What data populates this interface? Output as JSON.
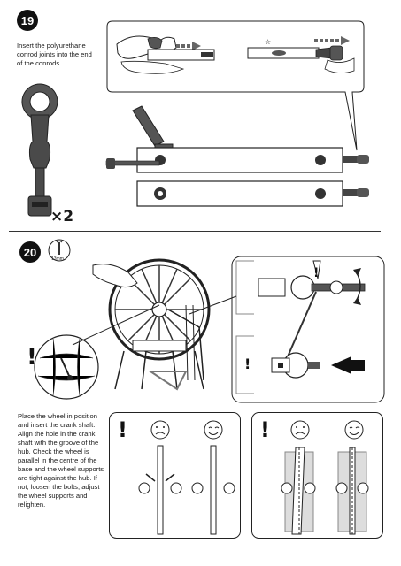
{
  "step19": {
    "number": "19",
    "text": "Insert the polyurethane conrod joints into the end of the conrods.",
    "quantity": "×2"
  },
  "step20": {
    "number": "20",
    "tool_label": "13mm",
    "text": "Place the wheel in position and insert the crank shaft. Align the hole in the crank shaft with the groove of the hub. Check the wheel is parallel in the centre of the base and the wheel supports are tight against the hub. If not, loosen the bolts, adjust the wheel supports and relighten."
  },
  "colors": {
    "ink": "#111111",
    "part_dark": "#4a4a4a",
    "part_mid": "#8a8a8a",
    "accent_gray": "#777777"
  },
  "icons": [
    "warning-icon",
    "sad-face-icon",
    "happy-face-icon",
    "wrench-icon",
    "rotate-arrow-icon",
    "push-arrow-icon"
  ]
}
